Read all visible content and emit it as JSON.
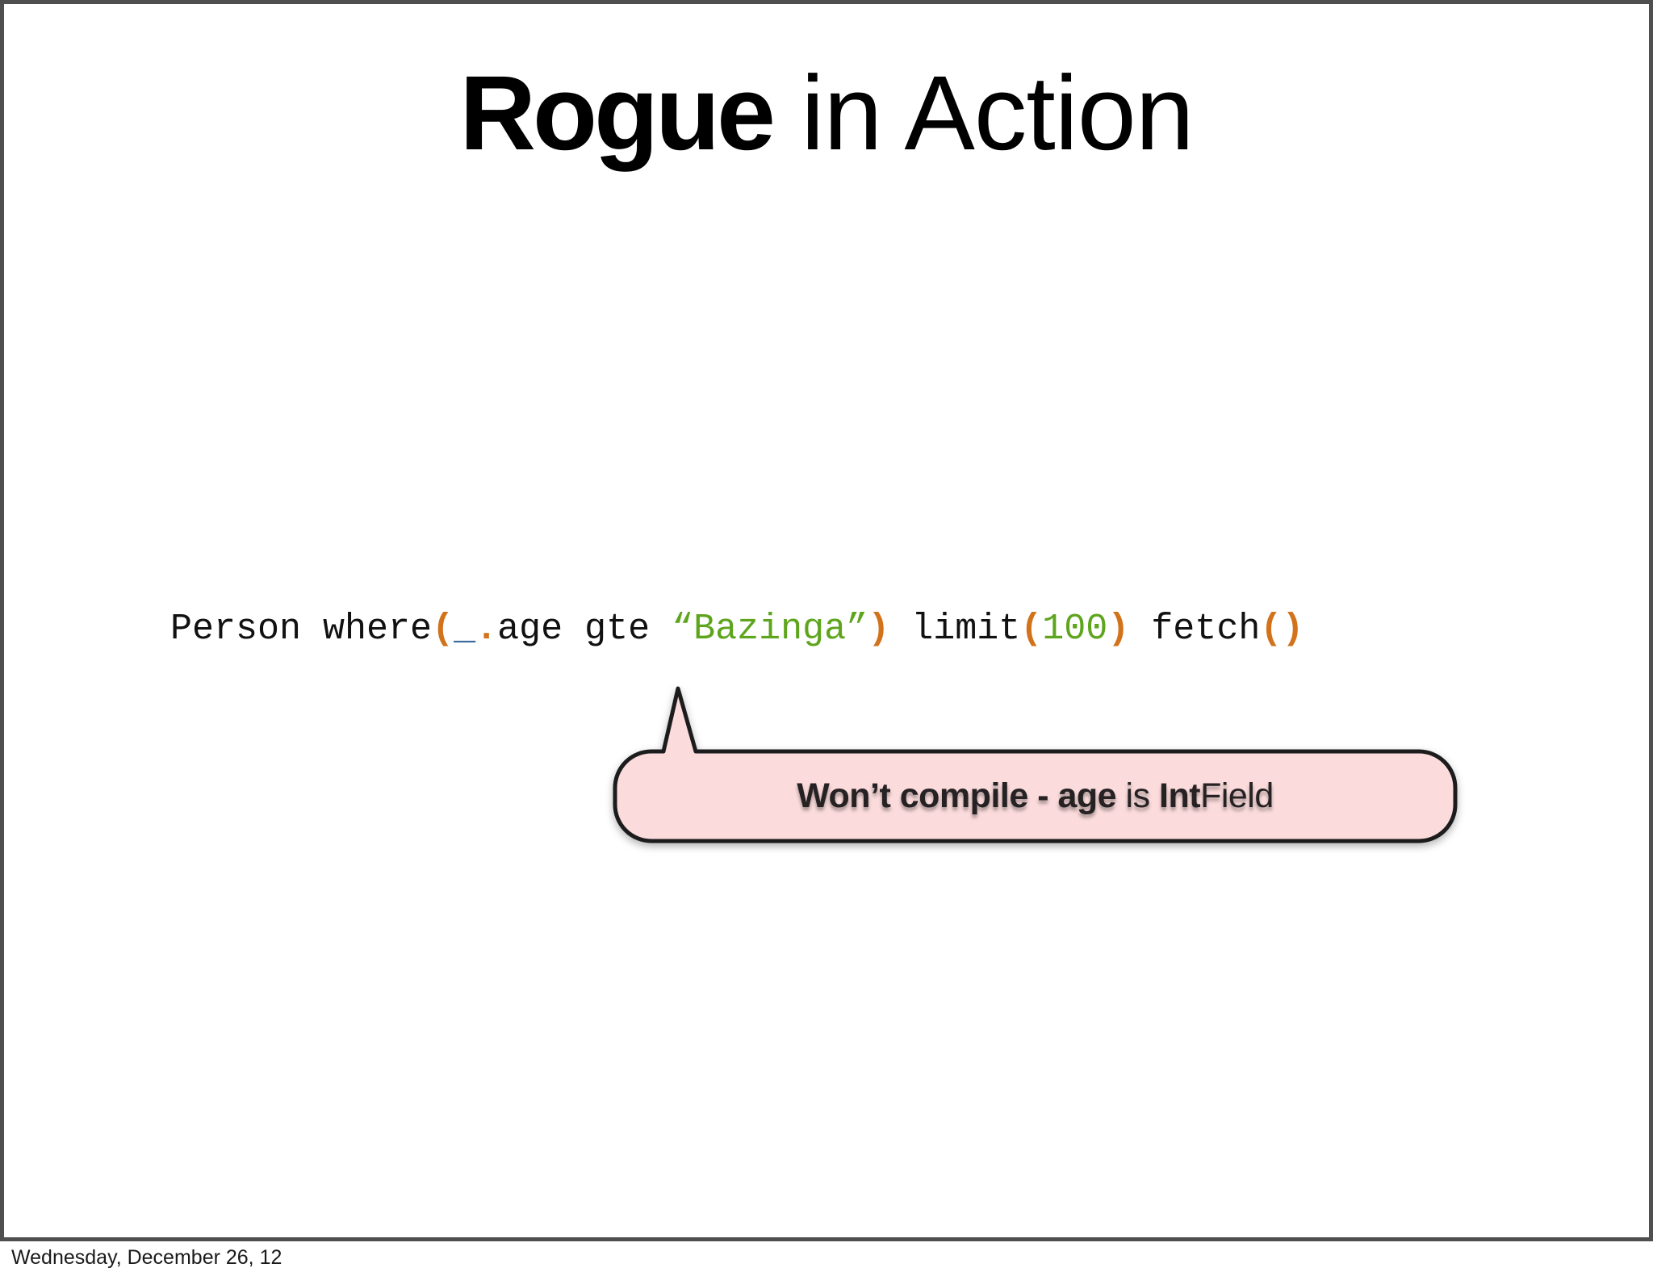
{
  "title": {
    "bold": "Rogue",
    "rest": " in Action"
  },
  "code": {
    "tokens": [
      {
        "t": "Person where",
        "c": "plain"
      },
      {
        "t": "(",
        "c": "paren"
      },
      {
        "t": "_",
        "c": "underscore"
      },
      {
        "t": ".",
        "c": "paren"
      },
      {
        "t": "age gte ",
        "c": "plain"
      },
      {
        "t": "“Bazinga”",
        "c": "string"
      },
      {
        "t": ")",
        "c": "paren"
      },
      {
        "t": " limit",
        "c": "plain"
      },
      {
        "t": "(",
        "c": "paren"
      },
      {
        "t": "100",
        "c": "string"
      },
      {
        "t": ")",
        "c": "paren"
      },
      {
        "t": " fetch",
        "c": "plain"
      },
      {
        "t": "()",
        "c": "paren"
      }
    ]
  },
  "callout": {
    "bold1": "Won’t compile - age",
    "mid": " is ",
    "bold2": "Int",
    "rest": "Field"
  },
  "footer": "Wednesday, December 26, 12",
  "colors": {
    "ink": "#111111",
    "orange": "#d2731c",
    "green": "#5ea51d",
    "blue": "#3a6b9c",
    "pink": "#fbdbdb",
    "bubble-stroke": "#1c1c1c",
    "frame": "#4f4f4f",
    "calloutink": "#262224"
  }
}
